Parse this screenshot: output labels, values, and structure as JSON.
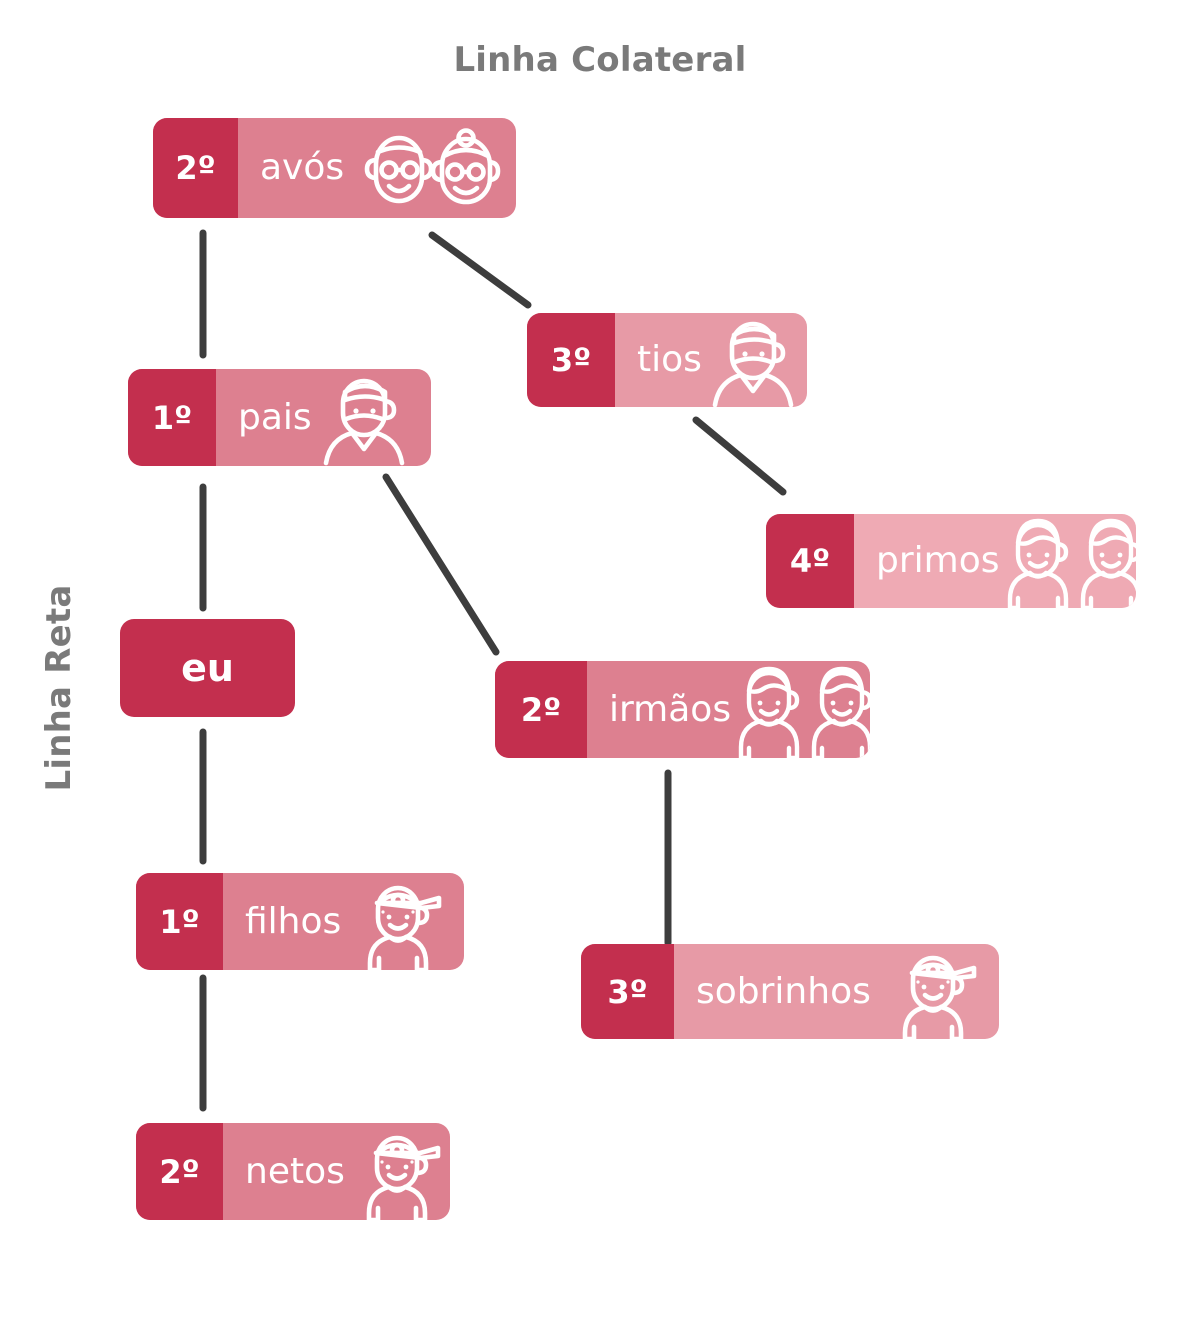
{
  "axis_titles": {
    "collateral": "Linha Colateral",
    "direct": "Linha Reta"
  },
  "colors": {
    "degree_badge": "#C32F4E",
    "chip_body_mid": "#DD8090",
    "chip_body_light": "#E79AA6",
    "chip_body_lighter": "#EFAAB4",
    "self_fill": "#C32F4E",
    "connector": "#3D3D3D",
    "title_text": "#7A7A7A",
    "label_text": "#FFFFFF",
    "background": "#FFFFFF"
  },
  "nodes": [
    {
      "id": "avos",
      "degree": "2º",
      "label": "avós",
      "icon": "grandparents-icon",
      "line": "direct"
    },
    {
      "id": "pais",
      "degree": "1º",
      "label": "pais",
      "icon": "parent-icon",
      "line": "direct"
    },
    {
      "id": "eu",
      "degree": "",
      "label": "eu",
      "icon": "",
      "line": "direct"
    },
    {
      "id": "filhos",
      "degree": "1º",
      "label": "filhos",
      "icon": "child-icon",
      "line": "direct"
    },
    {
      "id": "netos",
      "degree": "2º",
      "label": "netos",
      "icon": "child-icon",
      "line": "direct"
    },
    {
      "id": "tios",
      "degree": "3º",
      "label": "tios",
      "icon": "parent-icon",
      "line": "collateral"
    },
    {
      "id": "primos",
      "degree": "4º",
      "label": "primos",
      "icon": "two-young-adults-icon",
      "line": "collateral"
    },
    {
      "id": "irmaos",
      "degree": "2º",
      "label": "irmãos",
      "icon": "two-young-adults-icon",
      "line": "collateral"
    },
    {
      "id": "sobrinhos",
      "degree": "3º",
      "label": "sobrinhos",
      "icon": "child-icon",
      "line": "collateral"
    }
  ],
  "connections": [
    {
      "from": "avos",
      "to": "pais",
      "kind": "vertical"
    },
    {
      "from": "avos",
      "to": "tios",
      "kind": "diagonal"
    },
    {
      "from": "pais",
      "to": "eu",
      "kind": "vertical"
    },
    {
      "from": "pais",
      "to": "irmaos",
      "kind": "diagonal"
    },
    {
      "from": "tios",
      "to": "primos",
      "kind": "diagonal"
    },
    {
      "from": "eu",
      "to": "filhos",
      "kind": "vertical"
    },
    {
      "from": "filhos",
      "to": "netos",
      "kind": "vertical"
    },
    {
      "from": "irmaos",
      "to": "sobrinhos",
      "kind": "vertical"
    }
  ]
}
